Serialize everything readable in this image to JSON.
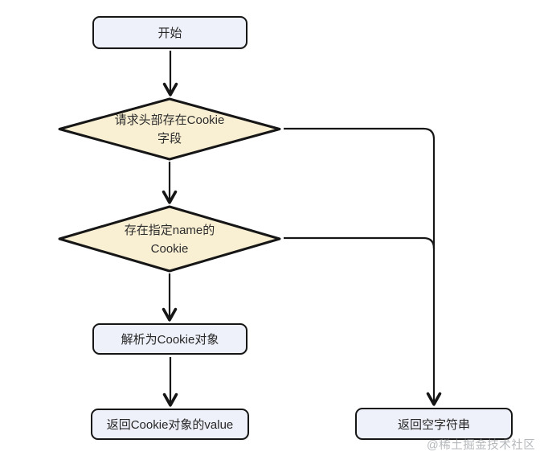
{
  "diagram": {
    "title_semantic": "cookie-lookup-flowchart",
    "nodes": {
      "start": {
        "label": "开始",
        "shape": "rounded-rect"
      },
      "decision_cookie_header": {
        "label": "请求头部存在Cookie\n字段",
        "shape": "diamond"
      },
      "decision_named_cookie": {
        "label": "存在指定name的\nCookie",
        "shape": "diamond"
      },
      "parse_cookie": {
        "label": "解析为Cookie对象",
        "shape": "rounded-rect"
      },
      "return_value": {
        "label": "返回Cookie对象的value",
        "shape": "rounded-rect"
      },
      "return_empty": {
        "label": "返回空字符串",
        "shape": "rounded-rect"
      }
    },
    "edges": [
      {
        "from": "start",
        "to": "decision_cookie_header"
      },
      {
        "from": "decision_cookie_header",
        "to": "decision_named_cookie"
      },
      {
        "from": "decision_cookie_header",
        "to": "return_empty"
      },
      {
        "from": "decision_named_cookie",
        "to": "parse_cookie"
      },
      {
        "from": "decision_named_cookie",
        "to": "return_empty"
      },
      {
        "from": "parse_cookie",
        "to": "return_value"
      }
    ],
    "colors": {
      "process_fill": "#eef1f9",
      "decision_fill": "#f9efd3",
      "stroke": "#161616",
      "text": "#2c2c2c",
      "background": "#ffffff",
      "watermark": "#878c92"
    }
  },
  "watermark": {
    "text": "@稀土掘金技术社区"
  }
}
